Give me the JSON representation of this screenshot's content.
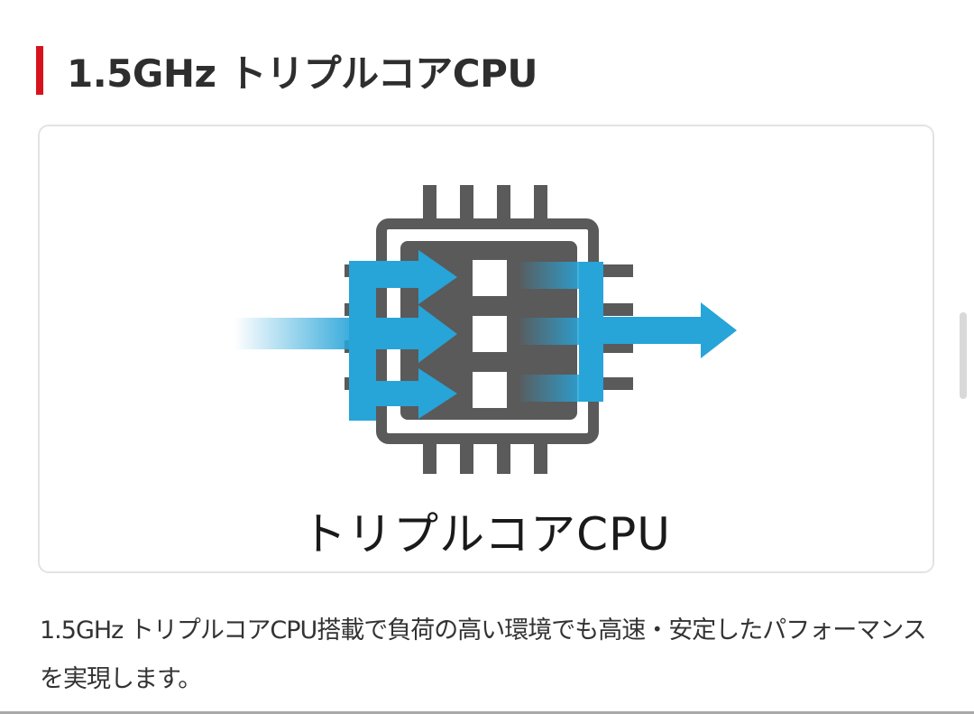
{
  "section": {
    "heading": "1.5GHz トリプルコアCPU",
    "accent_color": "#d7121d"
  },
  "figure": {
    "caption": "トリプルコアCPU",
    "icon": "triple-core-cpu-icon",
    "colors": {
      "chip_gray": "#5a5a5a",
      "arrow_blue": "#27a4d8"
    }
  },
  "description": "1.5GHz トリプルコアCPU搭載で負荷の高い環境でも高速・安定したパフォーマンスを実現します。"
}
